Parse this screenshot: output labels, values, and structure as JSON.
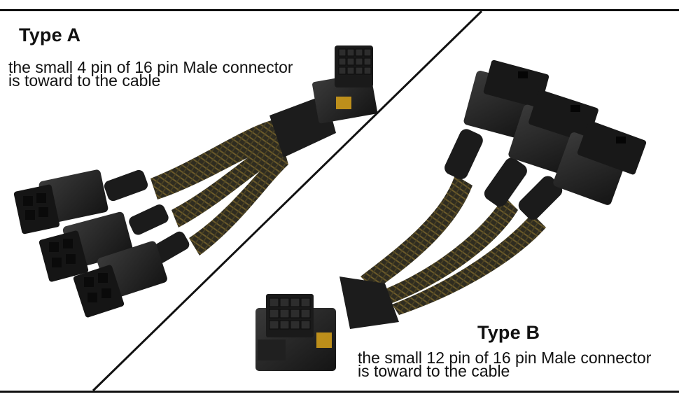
{
  "panels": {
    "type_a": {
      "title": "Type A",
      "desc_line1": "the small 4 pin of 16 pin Male connector",
      "desc_line2": "is toward to the cable"
    },
    "type_b": {
      "title": "Type B",
      "desc_line1": "the small 12 pin of 16 pin Male connector",
      "desc_line2": "is toward to the cable"
    }
  },
  "colors": {
    "background": "#ffffff",
    "frame": "#111111",
    "connector": "#1e1e1e",
    "sleeve": "#3a3626",
    "sleeve_weave": "#6b5a2a",
    "pin_gold": "#d8a21a"
  }
}
